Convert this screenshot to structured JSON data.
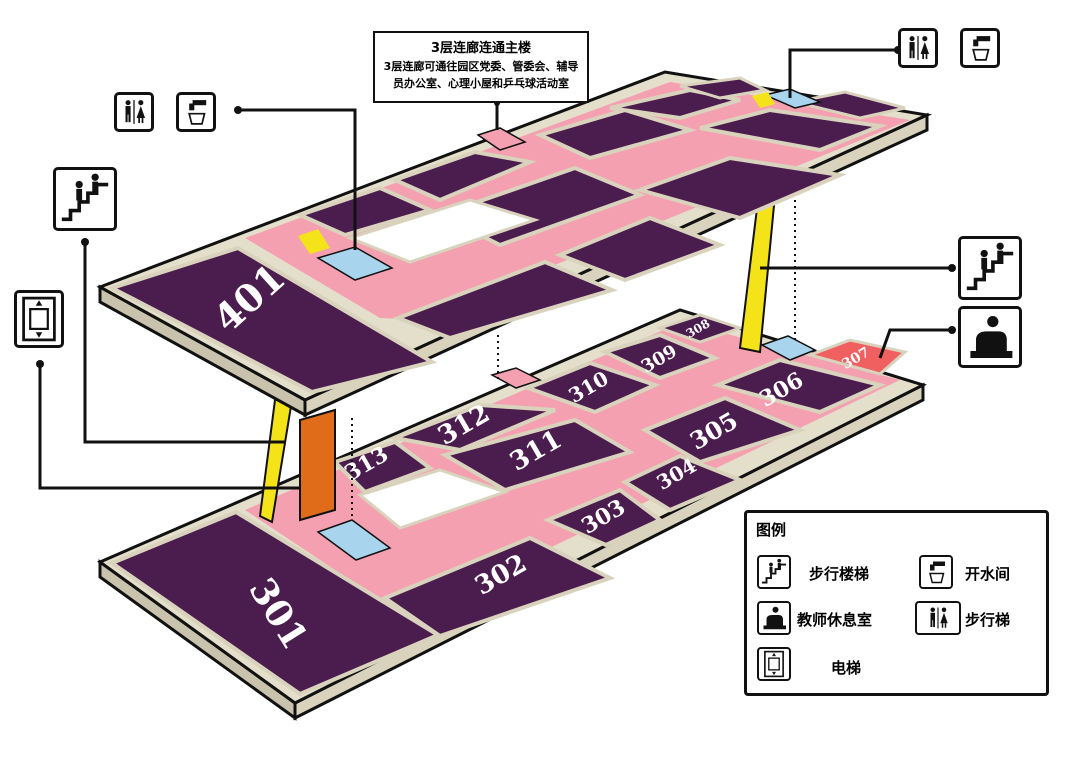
{
  "floor4": {
    "rooms": [
      {
        "label": "401"
      }
    ]
  },
  "floor3": {
    "rooms": [
      {
        "label": "301"
      },
      {
        "label": "302"
      },
      {
        "label": "303"
      },
      {
        "label": "304"
      },
      {
        "label": "305"
      },
      {
        "label": "306"
      },
      {
        "label": "307"
      },
      {
        "label": "308"
      },
      {
        "label": "309"
      },
      {
        "label": "310"
      },
      {
        "label": "311"
      },
      {
        "label": "312"
      },
      {
        "label": "313"
      }
    ]
  },
  "callout": {
    "title": "3层连廊连通主楼",
    "body": "3层连廊可通往园区党委、管委会、辅导员办公室、心理小屋和乒乓球活动室"
  },
  "legend": {
    "title": "图例",
    "items": [
      {
        "icon": "stairs-icon",
        "label": "步行楼梯"
      },
      {
        "icon": "water-tap-icon",
        "label": "开水间"
      },
      {
        "icon": "teacher-lounge-icon",
        "label": "教师休息室"
      },
      {
        "icon": "restroom-icon",
        "label": "步行梯"
      },
      {
        "icon": "elevator-icon",
        "label": "电梯"
      }
    ]
  },
  "colors": {
    "room": "#4b1d4f",
    "corridor": "#f4a0b0",
    "slab": "#e4dfcb",
    "stair_column": "#f5e31a",
    "elevator_column": "#e06c1a",
    "water_room": "#a8d4ee",
    "lounge": "#f06060"
  }
}
